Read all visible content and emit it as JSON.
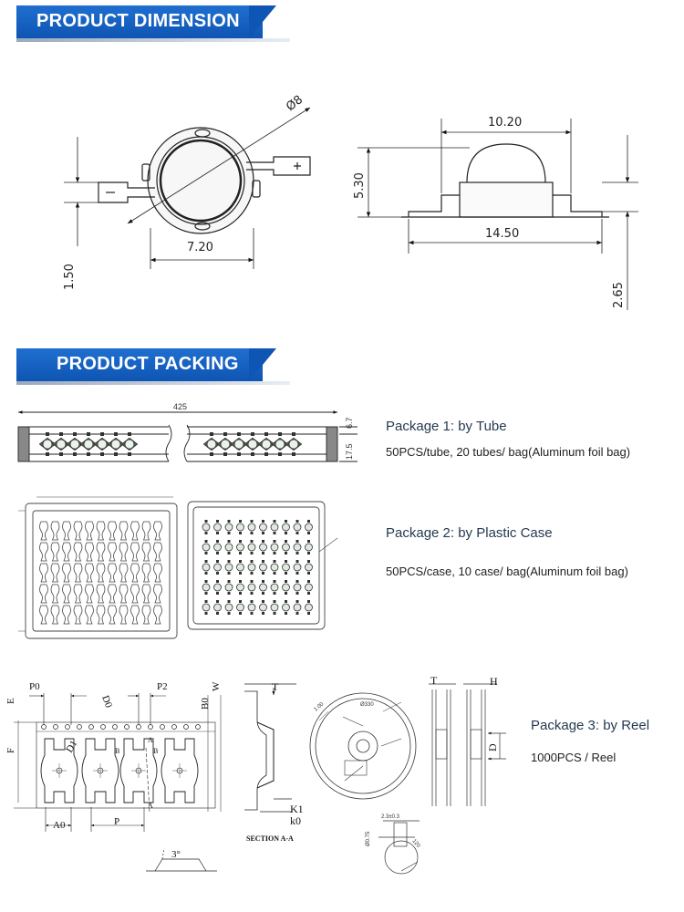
{
  "sections": {
    "dimension_title": "PRODUCT DIMENSION",
    "packing_title": "PRODUCT PACKING"
  },
  "dimension": {
    "dia": "Ø8",
    "width_top": "7.20",
    "left_vertical": "1.50",
    "top_width": "10.20",
    "height": "5.30",
    "base_width": "14.50",
    "right_vertical": "2.65"
  },
  "tube": {
    "length": "425",
    "dim_a": "6.7",
    "dim_b": "17.5"
  },
  "packages": [
    {
      "title": "Package 1: by Tube",
      "desc": "50PCS/tube, 20 tubes/ bag(Aluminum foil bag)"
    },
    {
      "title": "Package 2: by Plastic Case",
      "desc": "50PCS/case, 10 case/ bag(Aluminum foil bag)"
    },
    {
      "title": "Package 3: by Reel",
      "desc": "1000PCS / Reel"
    }
  ],
  "tape_labels": {
    "P0": "P0",
    "P2": "P2",
    "D0": "D0",
    "D1": "D1",
    "E": "E",
    "F": "F",
    "B0": "B0",
    "W": "W",
    "A0": "A0",
    "P": "P",
    "B": "B",
    "A": "A",
    "T": "T",
    "K1": "K1",
    "k0": "k0",
    "section": "SECTION A-A",
    "angle": "3°",
    "H": "H",
    "D": "D"
  },
  "colors": {
    "banner": "#1565c0",
    "line": "#222222",
    "led": "#dfe9df"
  }
}
